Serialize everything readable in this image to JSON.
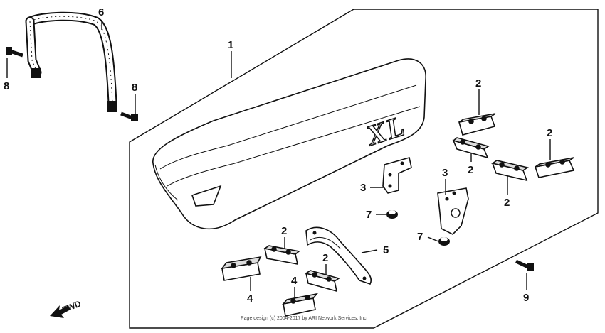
{
  "callouts": {
    "c1": "1",
    "c2a": "2",
    "c2b": "2",
    "c2c": "2",
    "c2d": "2",
    "c2e": "2",
    "c2f": "2",
    "c3a": "3",
    "c3b": "3",
    "c4a": "4",
    "c4b": "4",
    "c5": "5",
    "c6": "6",
    "c7a": "7",
    "c7b": "7",
    "c8a": "8",
    "c8b": "8",
    "c9": "9"
  },
  "seat_logo": "XL",
  "direction_label": "FWD",
  "footer_text": "Page design (c) 2004-2017 by ARI Network Services, Inc."
}
